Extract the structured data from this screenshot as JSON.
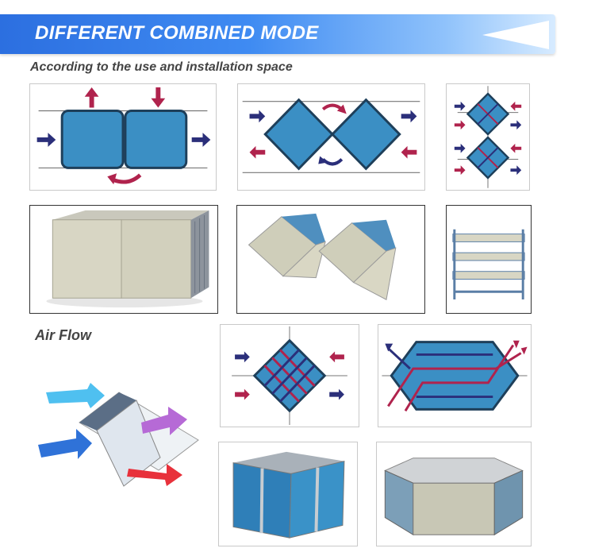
{
  "header": {
    "title": "DIFFERENT COMBINED MODE",
    "subtitle": "According to the use and installation space"
  },
  "sections": {
    "airflow_label": "Air Flow"
  },
  "colors": {
    "banner_start": "#2c6fe0",
    "banner_end": "#d7ebff",
    "core_blue": "#3b8fc4",
    "arrow_navy": "#2b2f7a",
    "arrow_red": "#b0234d"
  },
  "icons": [
    "banner-arrow-icon",
    "diagram-side-by-side-icon",
    "diagram-diamond-pair-icon",
    "diagram-stacked-diamond-icon",
    "product-box-pair-icon",
    "product-diamond-pair-icon",
    "product-rack-icon",
    "airflow-3d-icon",
    "diagram-cross-flow-icon",
    "diagram-hexagon-flow-icon",
    "product-cube-icon",
    "product-hexagon-icon"
  ]
}
